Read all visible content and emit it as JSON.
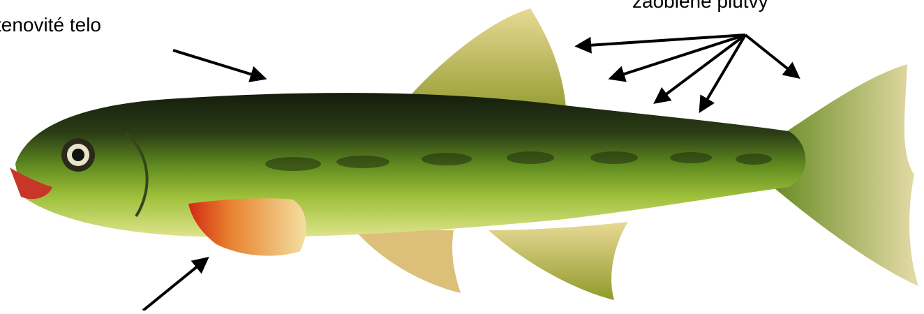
{
  "labels": {
    "body": "tenovité telo",
    "fins": "zaoblené plutvy"
  },
  "colors": {
    "background": "#ffffff",
    "text": "#000000",
    "arrow": "#000000",
    "fish_back": "#1e2a14",
    "fish_side": "#7fa52a",
    "fish_belly": "#d8e07a",
    "fin": "#d6c27a",
    "fin_red": "#d4301a"
  },
  "illustration": "fish"
}
